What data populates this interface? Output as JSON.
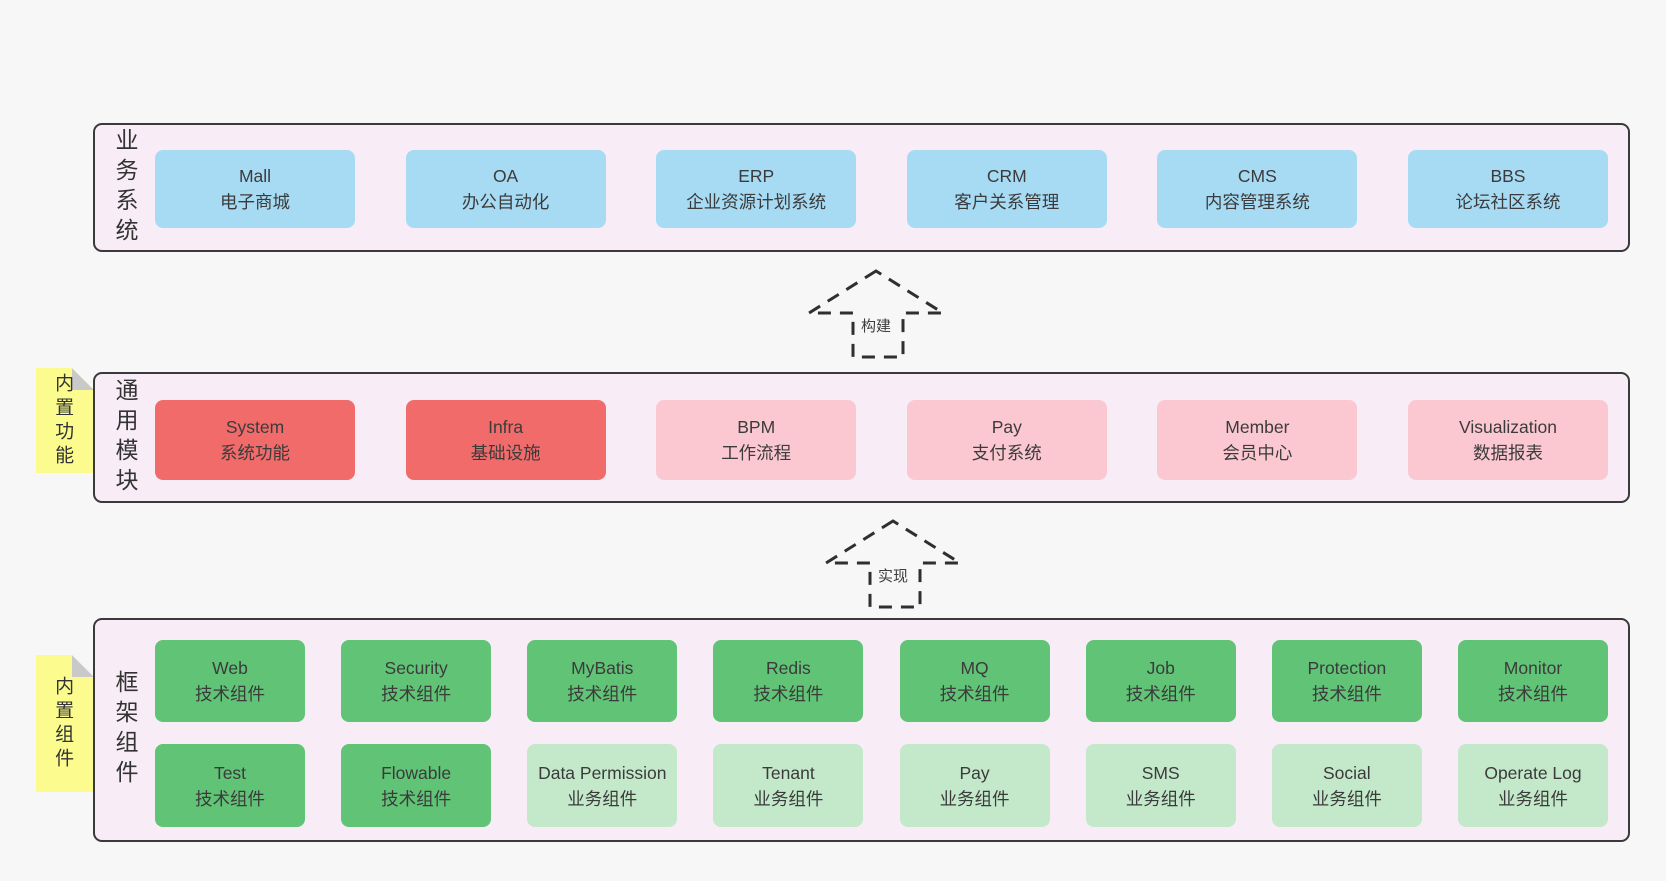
{
  "colors": {
    "background": "#f7f7f7",
    "section_fill": "#f8edf7",
    "section_border": "#3a3a3a",
    "box_blue": "#a7dbf4",
    "box_red": "#f16b6b",
    "box_pink": "#fbc8d1",
    "box_green": "#60c376",
    "box_green_light": "#c3e9ca",
    "note_yellow": "#fbfb8e",
    "note_fold": "#c9c9c9",
    "text": "#3b3b3b"
  },
  "sections": [
    {
      "id": "business",
      "label": "业务系统",
      "boxes": [
        {
          "name": "Mall",
          "desc": "电子商城",
          "type": "blue"
        },
        {
          "name": "OA",
          "desc": "办公自动化",
          "type": "blue"
        },
        {
          "name": "ERP",
          "desc": "企业资源计划系统",
          "type": "blue"
        },
        {
          "name": "CRM",
          "desc": "客户关系管理",
          "type": "blue"
        },
        {
          "name": "CMS",
          "desc": "内容管理系统",
          "type": "blue"
        },
        {
          "name": "BBS",
          "desc": "论坛社区系统",
          "type": "blue"
        }
      ]
    },
    {
      "id": "modules",
      "label": "通用模块",
      "note": "内置功能",
      "boxes": [
        {
          "name": "System",
          "desc": "系统功能",
          "type": "red"
        },
        {
          "name": "Infra",
          "desc": "基础设施",
          "type": "red"
        },
        {
          "name": "BPM",
          "desc": "工作流程",
          "type": "pink"
        },
        {
          "name": "Pay",
          "desc": "支付系统",
          "type": "pink"
        },
        {
          "name": "Member",
          "desc": "会员中心",
          "type": "pink"
        },
        {
          "name": "Visualization",
          "desc": "数据报表",
          "type": "pink"
        }
      ]
    },
    {
      "id": "framework",
      "label": "框架组件",
      "note": "内置组件",
      "rows": [
        [
          {
            "name": "Web",
            "desc": "技术组件",
            "type": "green"
          },
          {
            "name": "Security",
            "desc": "技术组件",
            "type": "green"
          },
          {
            "name": "MyBatis",
            "desc": "技术组件",
            "type": "green"
          },
          {
            "name": "Redis",
            "desc": "技术组件",
            "type": "green"
          },
          {
            "name": "MQ",
            "desc": "技术组件",
            "type": "green"
          },
          {
            "name": "Job",
            "desc": "技术组件",
            "type": "green"
          },
          {
            "name": "Protection",
            "desc": "技术组件",
            "type": "green"
          },
          {
            "name": "Monitor",
            "desc": "技术组件",
            "type": "green"
          }
        ],
        [
          {
            "name": "Test",
            "desc": "技术组件",
            "type": "green"
          },
          {
            "name": "Flowable",
            "desc": "技术组件",
            "type": "green"
          },
          {
            "name": "Data Permission",
            "desc": "业务组件",
            "type": "green-light"
          },
          {
            "name": "Tenant",
            "desc": "业务组件",
            "type": "green-light"
          },
          {
            "name": "Pay",
            "desc": "业务组件",
            "type": "green-light"
          },
          {
            "name": "SMS",
            "desc": "业务组件",
            "type": "green-light"
          },
          {
            "name": "Social",
            "desc": "业务组件",
            "type": "green-light"
          },
          {
            "name": "Operate Log",
            "desc": "业务组件",
            "type": "green-light"
          }
        ]
      ]
    }
  ],
  "arrows": [
    {
      "label": "构建"
    },
    {
      "label": "实现"
    }
  ]
}
